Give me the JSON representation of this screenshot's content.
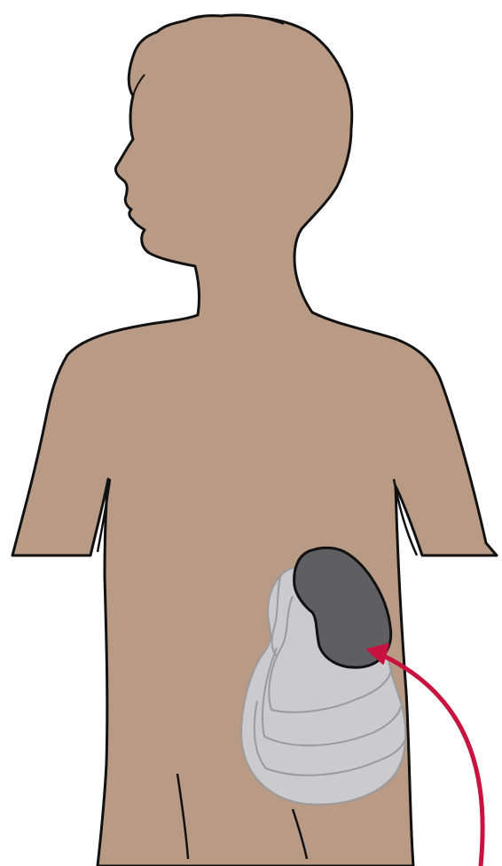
{
  "figure": {
    "subject": "child-torso-silhouette",
    "organ": "kidney",
    "indicator": "curved-arrow"
  },
  "colors": {
    "background": "#ffffff",
    "skin": "#b89a85",
    "outline": "#111111",
    "kidney": "#5f5f62",
    "mass": "#cbcbcd",
    "mass_contour": "#9a9a9c",
    "arrow": "#c8123f"
  }
}
